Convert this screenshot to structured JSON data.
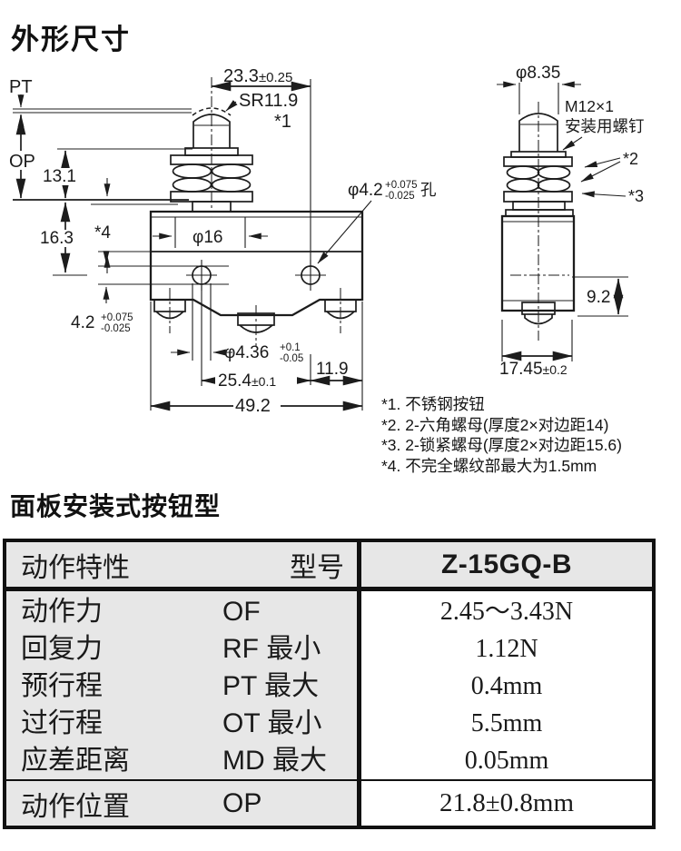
{
  "page_title": "外形尺寸",
  "front_view": {
    "pt_label": "PT",
    "op_label": "OP",
    "dim_top_width": "23.3",
    "dim_top_width_tol": "±0.25",
    "sphere_radius": "SR11.9",
    "ref_1": "*1",
    "dim_op_offset": "13.1",
    "dim_panel_to_hole": "16.3",
    "ref_4": "*4",
    "dim_boss_dia": "φ16",
    "hole_dia": "φ4.2",
    "hole_dia_sup": "+0.075",
    "hole_dia_sub": "-0.025",
    "hole_suffix": "孔",
    "dim_hole_height": "4.2",
    "dim_hole_height_sup": "+0.075",
    "dim_hole_height_sub": "-0.025",
    "dim_slot_width": "φ4.36",
    "dim_slot_width_sup": "+0.1",
    "dim_slot_width_sub": "-0.05",
    "dim_edge": "11.9",
    "dim_hole_pitch": "25.4",
    "dim_hole_pitch_tol": "±0.1",
    "dim_body_width": "49.2"
  },
  "side_view": {
    "dim_button_dia": "φ8.35",
    "thread_spec": "M12×1",
    "thread_label": "安装用螺钉",
    "ref_2": "*2",
    "ref_3": "*3",
    "dim_center_to_bottom": "9.2",
    "dim_body_depth": "17.45",
    "dim_body_depth_tol": "±0.2"
  },
  "notes": [
    "*1. 不锈钢按钮",
    "*2. 2-六角螺母(厚度2×对边距14)",
    "*3. 2-锁紧螺母(厚度2×对边距15.6)",
    "*4. 不完全螺纹部最大为1.5mm"
  ],
  "panel_section": {
    "title": "面板安装式按钮型",
    "table": {
      "header": {
        "characteristic": "动作特性",
        "model": "型号",
        "model_value": "Z-15GQ-B"
      },
      "rows": [
        {
          "label": "动作力",
          "code": "OF",
          "value": "2.45～3.43N"
        },
        {
          "label": "回复力",
          "code": "RF 最小",
          "value": "1.12N"
        },
        {
          "label": "预行程",
          "code": "PT 最大",
          "value": "0.4mm"
        },
        {
          "label": "过行程",
          "code": "OT 最小",
          "value": "5.5mm"
        },
        {
          "label": "应差距离",
          "code": "MD 最大",
          "value": "0.05mm"
        }
      ],
      "footer": {
        "label": "动作位置",
        "code": "OP",
        "value": "21.8±0.8mm"
      }
    }
  },
  "colors": {
    "line": "#1c1c1c",
    "table_gray": "#e7e7e7",
    "border": "#111111"
  }
}
